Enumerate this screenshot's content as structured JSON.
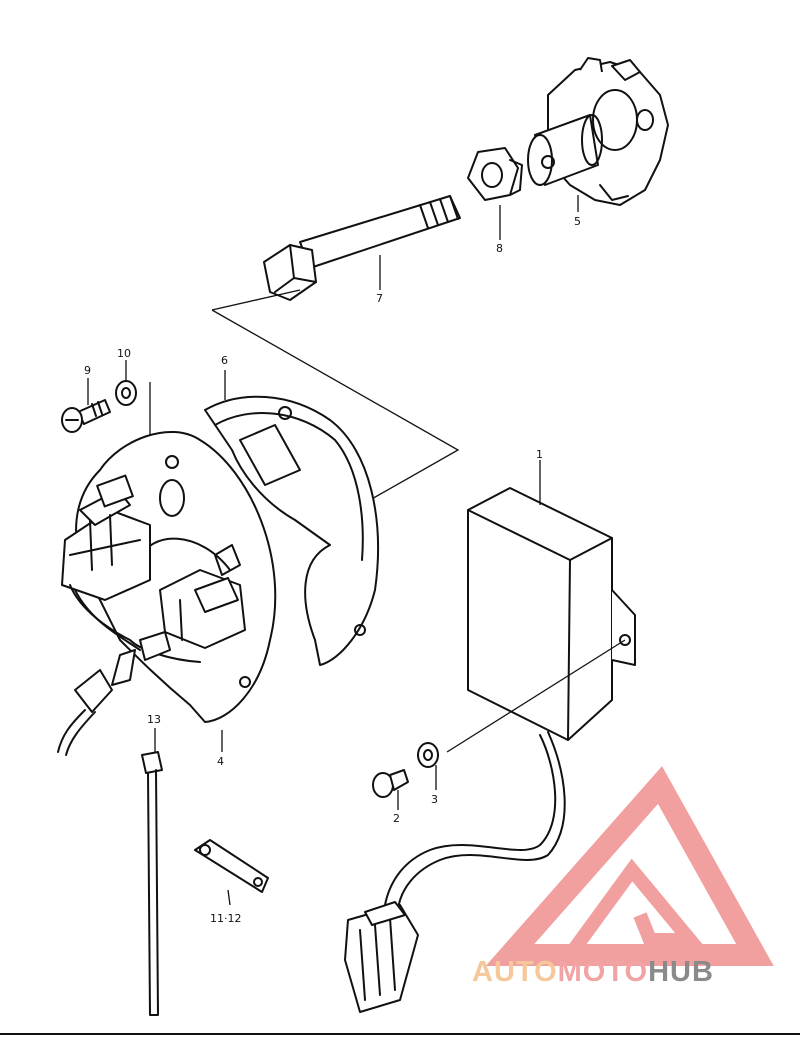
{
  "callouts": {
    "p1": "1",
    "p2": "2",
    "p3": "3",
    "p4": "4",
    "p5": "5",
    "p6": "6",
    "p7": "7",
    "p8": "8",
    "p9": "9",
    "p10": "10",
    "p11_12": "11·12",
    "p13": "13"
  },
  "watermark": {
    "part1": "AUTO",
    "part2": "MOTO",
    "part3": "HUB",
    "colors": {
      "auto": "#f5c79a",
      "moto": "#f2a3a3",
      "hub": "#8a8a8a",
      "logo": "#ef8f8f"
    }
  }
}
